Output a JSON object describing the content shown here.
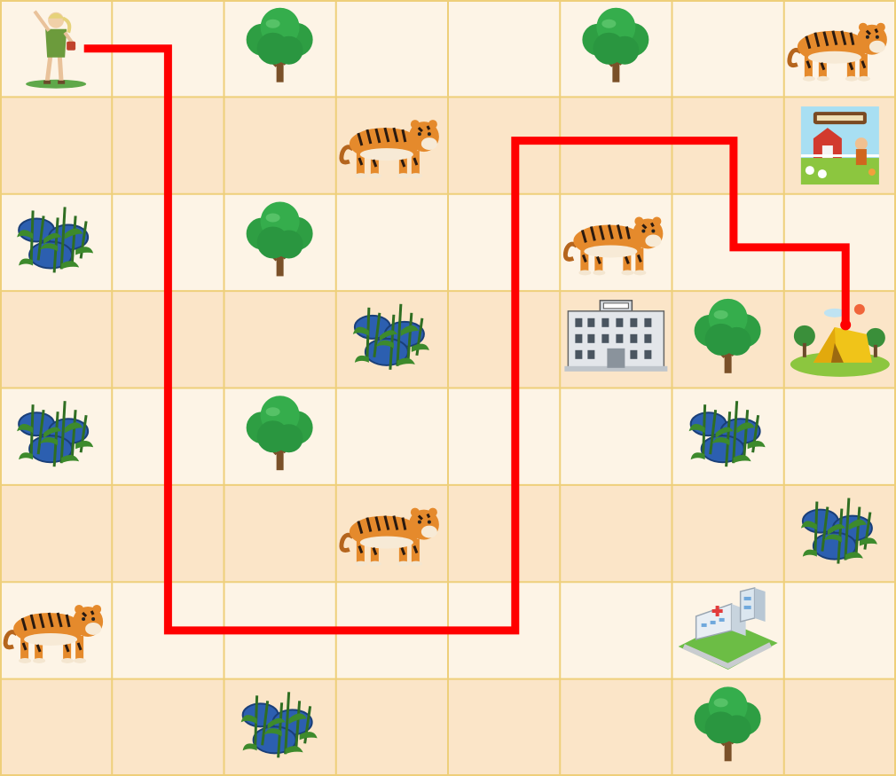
{
  "board": {
    "rows": 8,
    "cols": 8,
    "colors": {
      "light": "#fdf4e6",
      "dark": "#fbe5c8",
      "grid": "#eecf7a",
      "path": "#ff0000"
    },
    "cells": [
      {
        "row": 0,
        "col": 0,
        "item": "hiker-girl"
      },
      {
        "row": 0,
        "col": 2,
        "item": "tree"
      },
      {
        "row": 0,
        "col": 5,
        "item": "tree"
      },
      {
        "row": 0,
        "col": 7,
        "item": "tiger"
      },
      {
        "row": 1,
        "col": 3,
        "item": "tiger"
      },
      {
        "row": 1,
        "col": 7,
        "item": "farm-picture"
      },
      {
        "row": 2,
        "col": 0,
        "item": "pond"
      },
      {
        "row": 2,
        "col": 2,
        "item": "tree"
      },
      {
        "row": 2,
        "col": 5,
        "item": "tiger"
      },
      {
        "row": 3,
        "col": 3,
        "item": "pond"
      },
      {
        "row": 3,
        "col": 5,
        "item": "museum"
      },
      {
        "row": 3,
        "col": 6,
        "item": "tree"
      },
      {
        "row": 3,
        "col": 7,
        "item": "tent"
      },
      {
        "row": 4,
        "col": 0,
        "item": "pond"
      },
      {
        "row": 4,
        "col": 2,
        "item": "tree"
      },
      {
        "row": 4,
        "col": 6,
        "item": "pond"
      },
      {
        "row": 5,
        "col": 3,
        "item": "tiger"
      },
      {
        "row": 5,
        "col": 7,
        "item": "pond"
      },
      {
        "row": 6,
        "col": 0,
        "item": "tiger"
      },
      {
        "row": 6,
        "col": 6,
        "item": "hospital"
      },
      {
        "row": 7,
        "col": 2,
        "item": "pond"
      },
      {
        "row": 7,
        "col": 6,
        "item": "tree"
      }
    ],
    "path": [
      [
        0.75,
        0.5
      ],
      [
        1.5,
        0.5
      ],
      [
        1.5,
        6.5
      ],
      [
        4.6,
        6.5
      ],
      [
        4.6,
        1.45
      ],
      [
        6.55,
        1.45
      ],
      [
        6.55,
        2.55
      ],
      [
        7.55,
        2.55
      ],
      [
        7.55,
        3.35
      ]
    ],
    "path_end_dot": [
      7.55,
      3.35
    ]
  }
}
